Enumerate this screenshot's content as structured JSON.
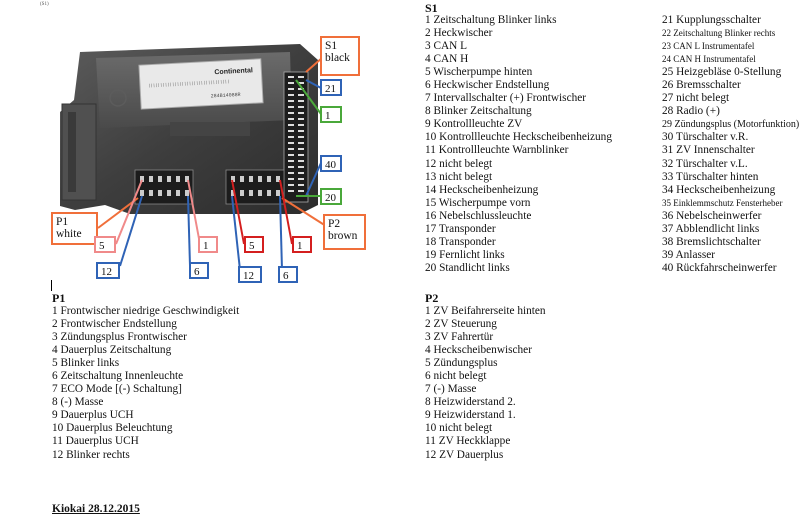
{
  "header": {
    "tiny_text": "(S1)"
  },
  "module": {
    "brand": "Continental",
    "part_label": "284B14088R",
    "diagram_labels": {
      "s1": "S1\nblack",
      "p1": "P1\nwhite",
      "p2": "P2\nbrown",
      "s1_21": "21",
      "s1_1": "1",
      "s1_40": "40",
      "s1_20": "20",
      "p1_5": "5",
      "p1_1": "1",
      "p1_12": "12",
      "p1_6": "6",
      "p2_5": "5",
      "p2_1": "1",
      "p2_12": "12",
      "p2_6": "6"
    },
    "colors": {
      "orange": "#f06f3a",
      "blue": "#2f63b6",
      "green": "#4aa83a",
      "red": "#d41f1f",
      "pink": "#f08a8a"
    }
  },
  "s1": {
    "title": "S1",
    "col1": [
      "1 Zeitschaltung Blinker links",
      "2 Heckwischer",
      "3 CAN L",
      "4 CAN H",
      "5 Wischerpumpe hinten",
      "6 Heckwischer Endstellung",
      "7 Intervallschalter (+) Frontwischer",
      "8 Blinker Zeitschaltung",
      "9 Kontrollleuchte ZV",
      "10 Kontrollleuchte Heckscheibenheizung",
      "11 Kontrollleuchte Warnblinker",
      "12 nicht belegt",
      "13 nicht belegt",
      "14 Heckscheibenheizung",
      "15 Wischerpumpe vorn",
      "16 Nebelschlussleuchte",
      "17 Transponder",
      "18 Transponder",
      "19 Fernlicht links",
      "20 Standlicht links"
    ],
    "col2": [
      "21 Kupplungsschalter",
      "22 Zeitschaltung Blinker rechts",
      "23 CAN L Instrumentafel",
      "24 CAN H Instrumentafel",
      "25 Heizgebläse 0-Stellung",
      "26 Bremsschalter",
      "27 nicht belegt",
      "28 Radio (+)",
      "29 Zündungsplus (Motorfunktion)",
      "30 Türschalter v.R.",
      "31 ZV Innenschalter",
      "32 Türschalter v.L.",
      "33 Türschalter hinten",
      "34 Heckscheibenheizung",
      "35 Einklemmschutz Fensterheber",
      "36 Nebelscheinwerfer",
      "37 Abblendlicht links",
      "38 Bremslichtschalter",
      "39 Anlasser",
      "40 Rückfahrscheinwerfer"
    ]
  },
  "p1": {
    "title": "P1",
    "items": [
      "1 Frontwischer niedrige Geschwindigkeit",
      "2 Frontwischer Endstellung",
      "3 Zündungsplus Frontwischer",
      "4 Dauerplus Zeitschaltung",
      "5 Blinker links",
      "6 Zeitschaltung Innenleuchte",
      "7 ECO Mode [(-) Schaltung]",
      "8 (-) Masse",
      "9 Dauerplus UCH",
      "10 Dauerplus Beleuchtung",
      "11 Dauerplus UCH",
      "12 Blinker rechts"
    ]
  },
  "p2": {
    "title": "P2",
    "items": [
      "1 ZV Beifahrerseite hinten",
      "2 ZV Steuerung",
      "3 ZV Fahrertür",
      "4 Heckscheibenwischer",
      "5 Zündungsplus",
      "6 nicht belegt",
      "7 (-) Masse",
      "8 Heizwiderstand 2.",
      "9 Heizwiderstand 1.",
      "10 nicht belegt",
      "11 ZV Heckklappe",
      "12 ZV Dauerplus"
    ]
  },
  "footer": {
    "text": "Kiokai 28.12.2015"
  }
}
